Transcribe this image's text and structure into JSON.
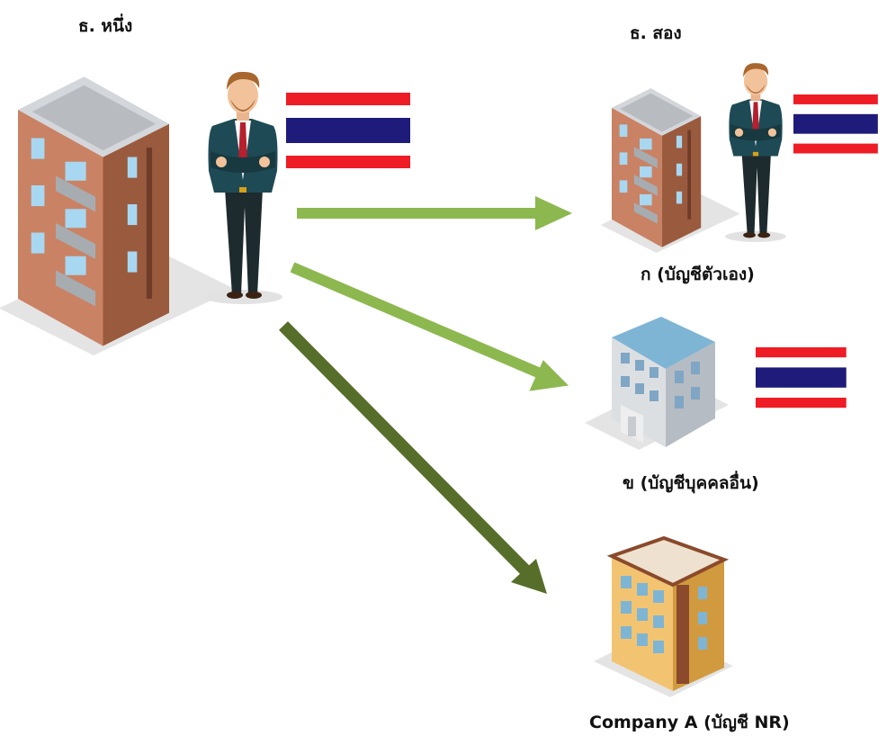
{
  "labels": {
    "bank_one": "ธ. หนึ่ง",
    "bank_two": "ธ. สอง",
    "person_a": "ก",
    "own_account": "ก (บัญชีตัวเอง)",
    "other_account": "ข (บัญชีบุคคลอื่น)",
    "company_account": "Company A (บัญชี NR)"
  },
  "colors": {
    "arrow_light": "#8cb84f",
    "arrow_dark": "#566e2a",
    "flag_red": "#ee1c25",
    "flag_blue": "#1e1b7a",
    "flag_white": "#ffffff"
  }
}
